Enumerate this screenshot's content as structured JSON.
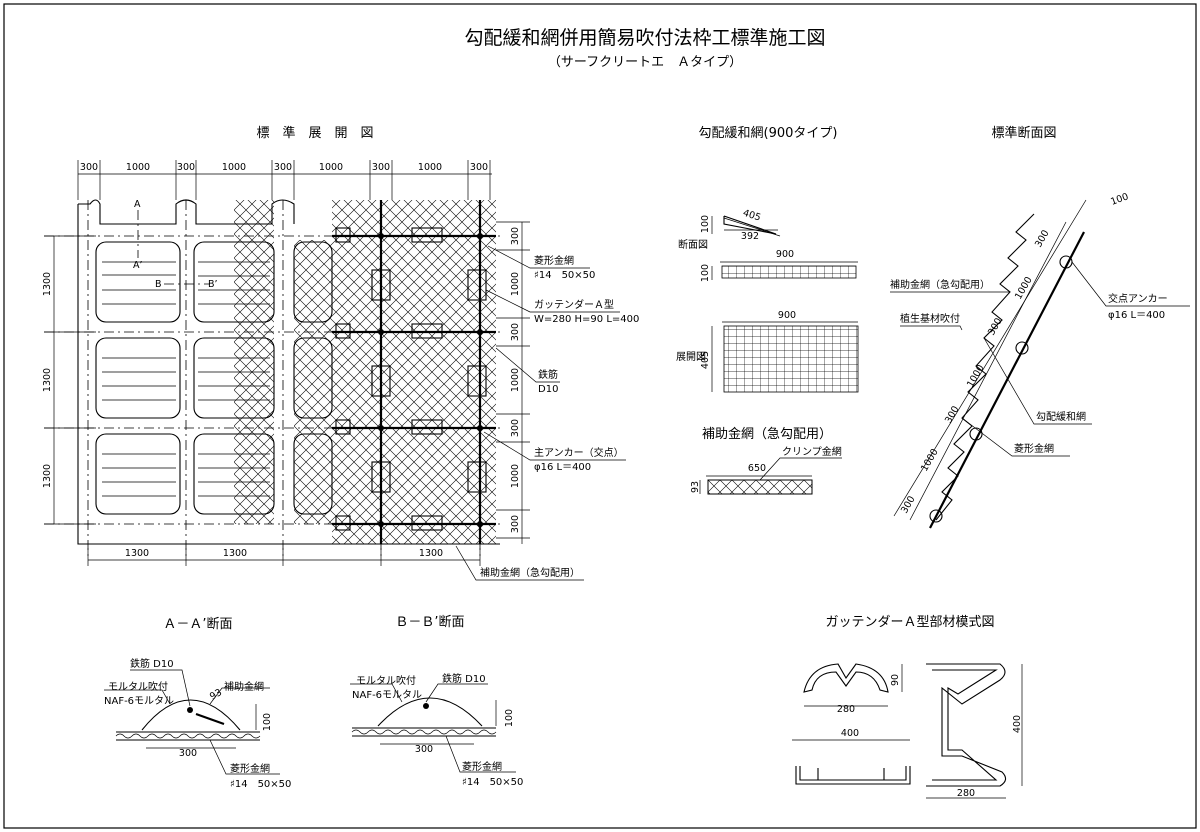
{
  "title": "勾配緩和網併用簡易吹付法枠工標準施工図",
  "subtitle": "（サーフクリートエ　Ａタイプ）",
  "sections": {
    "development": "標　準　展　開　図",
    "slope_net": "勾配緩和網(900タイプ)",
    "standard_section": "標準断面図",
    "aux_net": "補助金網（急勾配用）",
    "section_aa": "Ａ－Ａ’断面",
    "section_bb": "Ｂ－Ｂ’断面",
    "gutter_model": "ガッテンダーＡ型部材模式図"
  },
  "development": {
    "top_dims": [
      "300",
      "1000",
      "300",
      "1000",
      "300",
      "1000",
      "300",
      "1000",
      "300"
    ],
    "left_dims": [
      "1300",
      "1300",
      "1300"
    ],
    "right_dims": [
      "300",
      "1000",
      "300",
      "1000",
      "300",
      "1000",
      "300"
    ],
    "bottom_dims": [
      "1300",
      "1300",
      "1300"
    ],
    "marks": {
      "a": "A",
      "a_prime": "A’",
      "b": "B",
      "b_prime": "B’"
    },
    "callouts": {
      "diamond_mesh_1": "菱形金網",
      "diamond_mesh_2": "♯14　50×50",
      "gutter_1": "ガッテンダーＡ型",
      "gutter_2": "W=280 H=90 L=400",
      "rebar_1": "鉄筋",
      "rebar_2": "D10",
      "anchor_1": "主アンカー（交点）",
      "anchor_2": "φ16 L＝400",
      "aux_net": "補助金網（急勾配用）"
    }
  },
  "slope_net": {
    "section_label": "断面図",
    "dev_label": "展開図",
    "dim_405a": "405",
    "dim_392": "392",
    "dim_100a": "100",
    "dim_100b": "100",
    "dim_900a": "900",
    "dim_900b": "900",
    "dim_405b": "405"
  },
  "aux_net": {
    "dim_650": "650",
    "dim_93": "93",
    "clip": "クリンプ金網"
  },
  "standard_section": {
    "dims": [
      "100",
      "300",
      "1000",
      "300",
      "1000",
      "300",
      "1000",
      "300"
    ],
    "labels": {
      "aux": "補助金網（急勾配用）",
      "anchor_1": "交点アンカー",
      "anchor_2": "φ16 L＝400",
      "seed": "植生基材吹付",
      "slope_net": "勾配緩和網",
      "diamond": "菱形金網"
    }
  },
  "section_aa": {
    "rebar": "鉄筋 D10",
    "mortar_1": "モルタル吹付",
    "mortar_2": "NAF-6モルタル",
    "aux": "補助金網",
    "dim_93": "93",
    "dim_100": "100",
    "dim_300": "300",
    "mesh_1": "菱形金網",
    "mesh_2": "♯14　50×50"
  },
  "section_bb": {
    "mortar_1": "モルタル吹付",
    "rebar": "鉄筋 D10",
    "mortar_2": "NAF-6モルタル",
    "dim_100": "100",
    "dim_300": "300",
    "mesh_1": "菱形金網",
    "mesh_2": "♯14　50×50"
  },
  "gutter_model": {
    "dim_90": "90",
    "dim_280a": "280",
    "dim_400a": "400",
    "dim_400b": "400",
    "dim_280b": "280"
  }
}
